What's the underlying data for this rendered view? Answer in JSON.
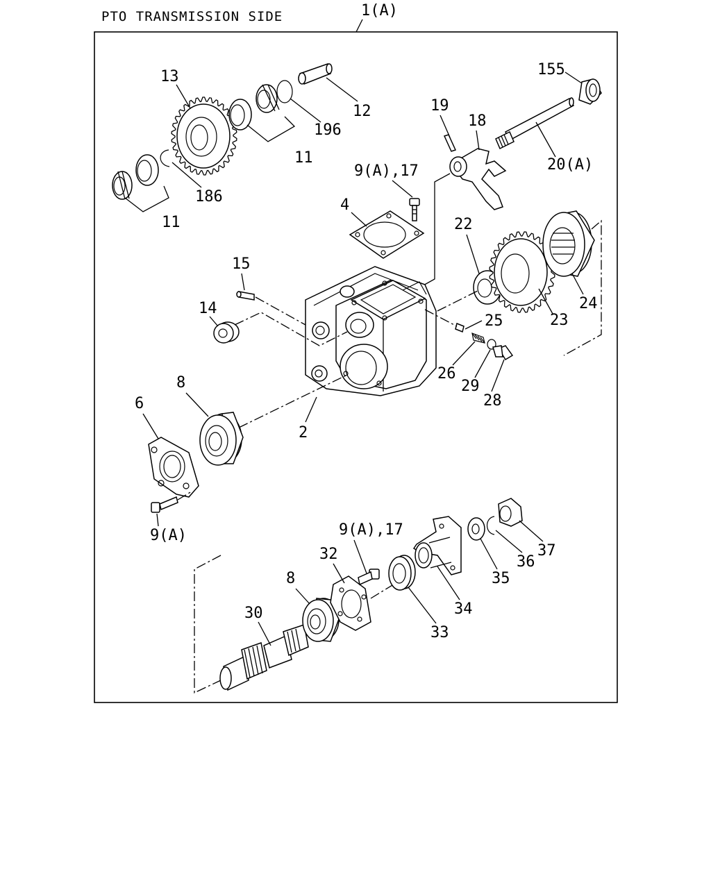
{
  "diagram": {
    "title": "PTO TRANSMISSION SIDE",
    "assembly_label": "1(A)",
    "labels": {
      "p13": "13",
      "p11a": "11",
      "p186": "186",
      "p11b": "11",
      "p196": "196",
      "p12": "12",
      "p155": "155",
      "p19": "19",
      "p18": "18",
      "p20": "20(A)",
      "p9_17a": "9(A),17",
      "p4": "4",
      "p22": "22",
      "p23": "23",
      "p24": "24",
      "p15": "15",
      "p14": "14",
      "p25": "25",
      "p26": "26",
      "p29": "29",
      "p28": "28",
      "p8a": "8",
      "p6": "6",
      "p2": "2",
      "p9a": "9(A)",
      "p9_17b": "9(A),17",
      "p32": "32",
      "p8b": "8",
      "p30": "30",
      "p33": "33",
      "p34": "34",
      "p35": "35",
      "p36": "36",
      "p37": "37"
    }
  }
}
